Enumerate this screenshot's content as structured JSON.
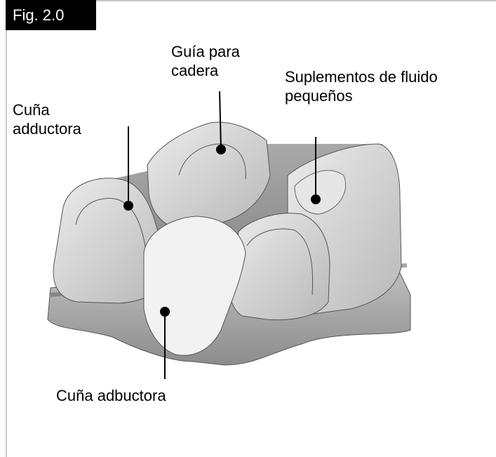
{
  "figure": {
    "tag": "Fig. 2.0"
  },
  "callouts": {
    "hip_guide": [
      "Guía para",
      "cadera"
    ],
    "fluid_inserts": [
      "Suplementos de fluido",
      "pequeños"
    ],
    "adductor_wedge": [
      "Cuña",
      "adductora"
    ],
    "abductor_wedge": "Cuña adbuctora"
  },
  "colors": {
    "cushion_light": "#d8d8d8",
    "cushion_mid": "#b4b4b4",
    "cushion_dark": "#6e6e6e",
    "base": "#8a8a8a"
  }
}
